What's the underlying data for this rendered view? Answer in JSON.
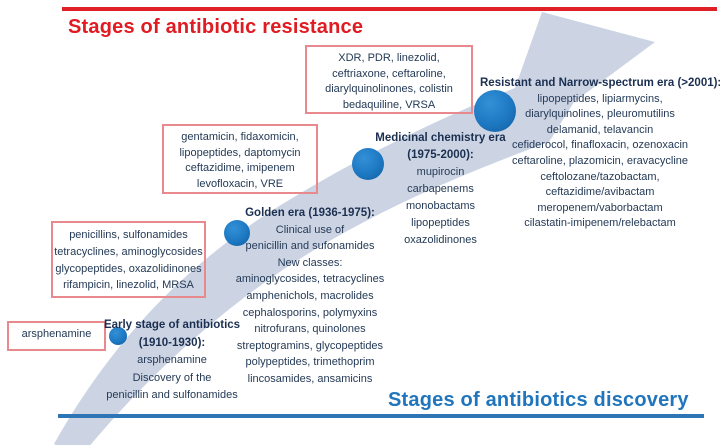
{
  "titles": {
    "resistance": "Stages of antibiotic resistance",
    "discovery": "Stages of antibiotics discovery"
  },
  "colors": {
    "resistance_title": "#e01b21",
    "resistance_line": "#df2127",
    "discovery_title": "#2075bd",
    "discovery_line": "#2e75b6",
    "arrow_fill": "#ccd4e4",
    "era_dot": "#1d78c2",
    "box_border": "#e8898d",
    "body_text": "#243a56"
  },
  "resistance_boxes": {
    "xdr": {
      "lines": [
        "XDR, PDR, linezolid,",
        "ceftriaxone, ceftaroline,",
        "diarylquinolinones, colistin",
        "bedaquiline, VRSA"
      ]
    },
    "gentamicin": {
      "lines": [
        "gentamicin, fidaxomicin,",
        "lipopeptides, daptomycin",
        "ceftazidime, imipenem",
        "levofloxacin, VRE"
      ]
    },
    "penicillins": {
      "lines": [
        "penicillins, sulfonamides",
        "tetracyclines, aminoglycosides",
        "glycopeptides, oxazolidinones",
        "rifampicin, linezolid, MRSA"
      ]
    },
    "arsphenamine": {
      "lines": [
        "arsphenamine"
      ]
    }
  },
  "eras": {
    "early": {
      "heading_lines": [
        "Early stage of antibiotics",
        "(1910-1930):"
      ],
      "body_lines": [
        "arsphenamine",
        "Discovery of the",
        "penicillin and sulfonamides"
      ]
    },
    "golden": {
      "heading_lines": [
        "Golden era (1936-1975):"
      ],
      "body_lines": [
        "Clinical use of",
        "penicillin and sufonamides",
        "New classes:",
        "aminoglycosides, tetracyclines",
        "amphenichols, macrolides",
        "cephalosporins, polymyxins",
        "nitrofurans, quinolones",
        "streptogramins, glycopeptides",
        "polypeptides, trimethoprim",
        "lincosamides, ansamicins"
      ]
    },
    "medicinal": {
      "heading_lines": [
        "Medicinal chemistry era",
        "(1975-2000):"
      ],
      "body_lines": [
        "mupirocin",
        "carbapenems",
        "monobactams",
        "lipopeptides",
        "oxazolidinones"
      ]
    },
    "resistant": {
      "heading_lines": [
        "Resistant and Narrow-spectrum era (>2001):"
      ],
      "body_lines": [
        "lipopeptides, lipiarmycins,",
        "diarylquinolines, pleuromutilins",
        "delamanid, telavancin",
        "cefiderocol, finafloxacin, ozenoxacin",
        "ceftaroline, plazomicin, eravacycline",
        "ceftolozane/tazobactam,",
        "ceftazidime/avibactam",
        "meropenem/vaborbactam",
        "cilastatin-imipenem/relebactam"
      ]
    }
  }
}
